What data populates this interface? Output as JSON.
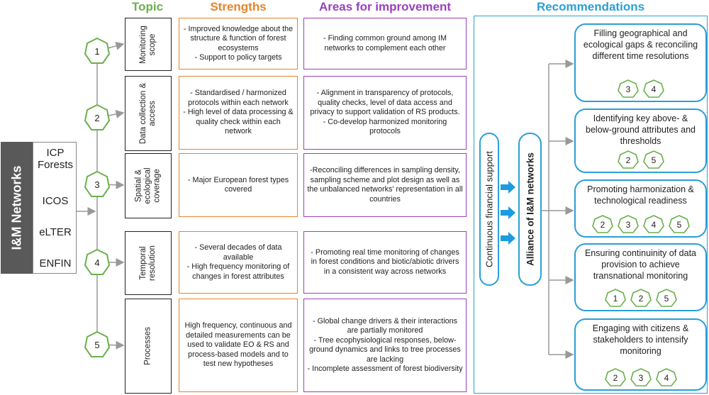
{
  "headers": {
    "topic": "Topic",
    "strengths": "Strengths",
    "improvement": "Areas for improvement",
    "recommendations": "Recommendations"
  },
  "networks": {
    "title": "I&M Networks",
    "items": [
      "ICP Forests",
      "ICOS",
      "eLTER",
      "ENFIN"
    ]
  },
  "rows": [
    {
      "num": "1",
      "topic": "Monitoring\nscope",
      "strength": "- Improved knowledge about the structure & function of forest ecosystems\n- Support to policy targets",
      "improvement": "- Finding common ground among IM networks to complement each other"
    },
    {
      "num": "2",
      "topic": "Data collection &\naccess",
      "strength": "- Standardised / harmonized protocols within each network\n- High level of data processing & quality check within each network",
      "improvement": "- Alignment in transparency of protocols, quality checks, level of data access and privacy to support validation of RS products.\n- Co-develop harmonized  monitoring protocols"
    },
    {
      "num": "3",
      "topic": "Spatial &\necological\ncoverage",
      "strength": "- Major European forest types covered",
      "improvement": "-Reconciling differences in sampling density, sampling scheme and plot design as well as the unbalanced networks' representation in all countries"
    },
    {
      "num": "4",
      "topic": "Temporal\nresolution",
      "strength": "- Several decades of data available\n- High frequency monitoring of changes in forest attributes",
      "improvement": "- Promoting real time monitoring of changes in forest conditions and biotic/abiotic drivers in a consistent way across networks"
    },
    {
      "num": "5",
      "topic": "Processes",
      "strength": "High frequency, continuous and detailed measurements can be used to validate EO & RS and process-based models and to test new hypotheses",
      "improvement": "- Global change drivers & their interactions are partially monitored\n- Tree ecophysiological responses, below-ground dynamics and links to tree processes are lacking\n- Incomplete assessment of forest biodiversity"
    }
  ],
  "support": "Continuous financial support",
  "alliance": "Alliance of I&M networks",
  "recommendations": [
    {
      "text": "Filling geographical and ecological gaps & reconciling different time resolutions",
      "refs": [
        "3",
        "4"
      ]
    },
    {
      "text": "Identifying key above- & below-ground attributes and thresholds",
      "refs": [
        "2",
        "5"
      ]
    },
    {
      "text": "Promoting harmonization & technological readiness",
      "refs": [
        "2",
        "3",
        "4",
        "5"
      ]
    },
    {
      "text": "Ensuring continuinity of data provision to achieve transnational monitoring",
      "refs": [
        "1",
        "2",
        "5"
      ]
    },
    {
      "text": "Engaging with citizens & stakeholders to intensify monitoring",
      "refs": [
        "2",
        "3",
        "4"
      ]
    }
  ]
}
